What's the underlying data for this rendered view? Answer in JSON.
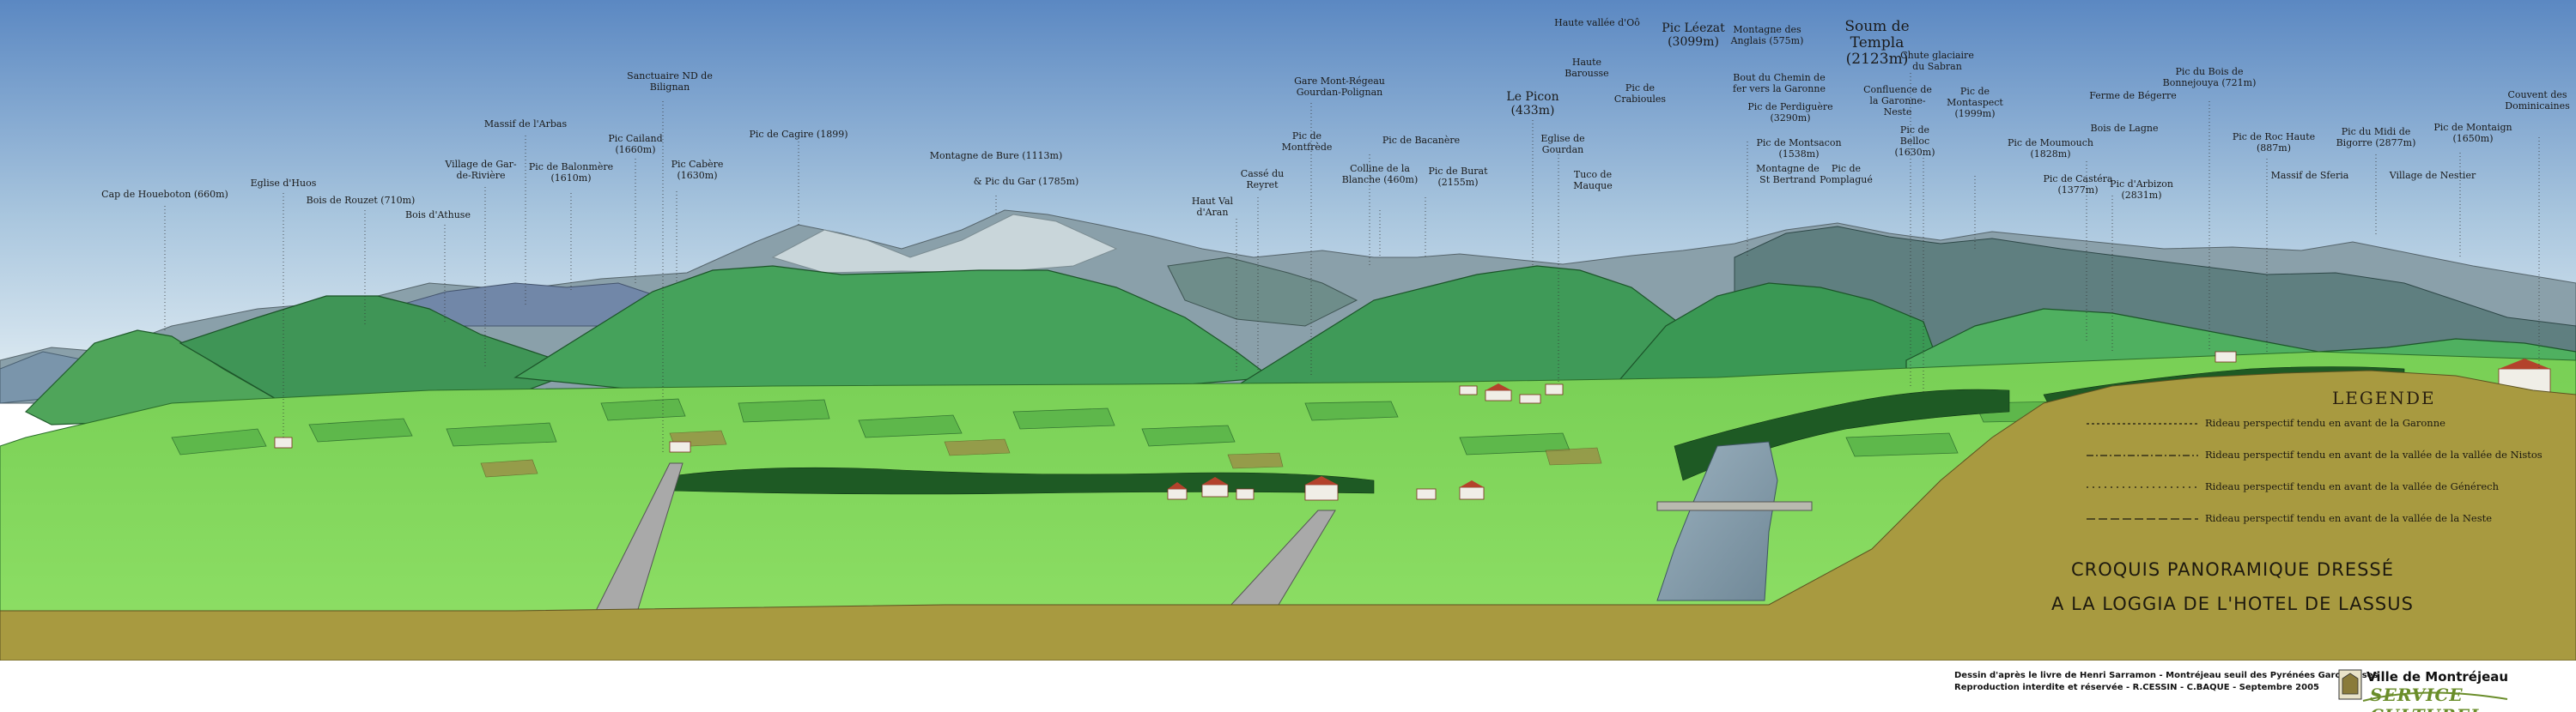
{
  "labels": [
    {
      "text": "Cap de Houeboton (660m)"
    },
    {
      "text": "Eglise d'Huos"
    },
    {
      "text": "Bois de Rouzet (710m)"
    },
    {
      "text": "Bois d'Athuse"
    },
    {
      "text": "Village de Gar-de-Rivière"
    },
    {
      "text": "Massif de l'Arbas"
    },
    {
      "text": "Pic de Balonmère (1610m)"
    },
    {
      "text": "Pic Cailand (1660m)"
    },
    {
      "text": "Sanctuaire ND de Bilignan"
    },
    {
      "text": "Pic Cabère (1630m)"
    },
    {
      "text": "Pic de Cagire (1899)"
    },
    {
      "text": "Montagne de Bure (1113m)"
    },
    {
      "text": "& Pic du Gar (1785m)"
    },
    {
      "text": "Haut Val d'Aran"
    },
    {
      "text": "Cassé du Reyret"
    },
    {
      "text": "Gare Mont-Régeau Gourdan-Polignan"
    },
    {
      "text": "Pic de Montfrède"
    },
    {
      "text": "Colline de la Blanche (460m)"
    },
    {
      "text": "Pic de Bacanère"
    },
    {
      "text": "Pic de Burat (2155m)"
    },
    {
      "text": "Le Picon (433m)"
    },
    {
      "text": "Eglise de Gourdan"
    },
    {
      "text": "Haute vallée d'Oô"
    },
    {
      "text": "Haute Barousse"
    },
    {
      "text": "Pic de Crabioules"
    },
    {
      "text": "Tuco de Mauque"
    },
    {
      "text": "Pic Léezat (3099m)"
    },
    {
      "text": "Montagne des Anglais (575m)"
    },
    {
      "text": "Bout du Chemin de fer vers la Garonne"
    },
    {
      "text": "Pic de Perdiguère (3290m)"
    },
    {
      "text": "Pic de Montsacon (1538m)"
    },
    {
      "text": "Montagne de St Bertrand"
    },
    {
      "text": "Pic de Pomplagué"
    },
    {
      "text": "Soum de Templa (2123m)"
    },
    {
      "text": "Chute glaciaire du Sabran"
    },
    {
      "text": "Confluence de la Garonne-Neste"
    },
    {
      "text": "Pic de Belloc (1630m)"
    },
    {
      "text": "Pic de Montaspect (1999m)"
    },
    {
      "text": "Pic de Moumouch (1828m)"
    },
    {
      "text": "Pic de Castéra (1377m)"
    },
    {
      "text": "Ferme de Bégerre"
    },
    {
      "text": "Bois de Lagne"
    },
    {
      "text": "Pic du Bois de Bonnejouya (721m)"
    },
    {
      "text": "Pic d'Arbizon (2831m)"
    },
    {
      "text": "Pic de Roc Haute (887m)"
    },
    {
      "text": "Massif de Sferia"
    },
    {
      "text": "Pic du Midi de Bigorre (2877m)"
    },
    {
      "text": "Village de Nestier"
    },
    {
      "text": "Pic de Montaign (1650m)"
    },
    {
      "text": "Couvent des Dominicaines"
    }
  ],
  "legend": {
    "title": "LEGENDE",
    "rows": [
      "Rideau perspectif tendu en avant de la Garonne",
      "Rideau perspectif tendu en avant de la vallée de la vallée de Nistos",
      "Rideau perspectif tendu en avant de la vallée de Générech",
      "Rideau perspectif tendu en avant de la vallée de la Neste"
    ]
  },
  "caption": {
    "line1": "CROQUIS PANORAMIQUE DRESSÉ",
    "line2": "A LA LOGGIA DE L'HOTEL DE LASSUS"
  },
  "credits": {
    "line1": "Dessin d'après le livre de Henri Sarramon - Montréjeau seuil des Pyrénées Garonnaises",
    "line2": "Reproduction interdite et réservée - R.CESSIN - C.BAQUE - Septembre 2005"
  },
  "logo": {
    "town": "Ville de Montréjeau",
    "service": "SERVICE CULTUREL"
  },
  "colors": {
    "sky_top": "#5b88c2",
    "sky_bottom": "#d8e8f2",
    "field_light": "#7ed85a",
    "field_dark": "#2f8a30",
    "mountain_far": "#8ba0a8",
    "ground": "#a99a40",
    "river": "#8fa6b4"
  }
}
